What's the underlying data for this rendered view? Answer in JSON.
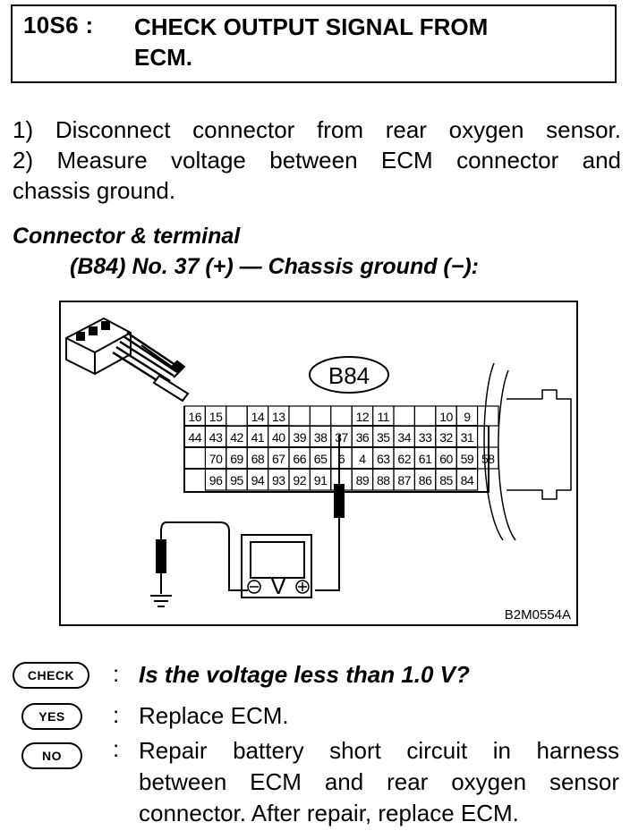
{
  "header": {
    "code": "10S6 :",
    "title_line1": "CHECK OUTPUT SIGNAL FROM",
    "title_line2": "ECM."
  },
  "steps": {
    "line1": "1)  Disconnect connector from rear oxygen sensor.",
    "line2": "2)  Measure voltage between ECM connector and",
    "line3": "chassis ground."
  },
  "connector": {
    "heading": "Connector & terminal",
    "spec": "(B84) No. 37 (+) — Chassis ground (−):"
  },
  "diagram": {
    "connector_label": "B84",
    "figure_id": "B2M0554A",
    "meter_label": "V",
    "row1": [
      "16",
      "15",
      "",
      "14",
      "13",
      "",
      "",
      "",
      "12",
      "11",
      "",
      "",
      "10",
      "9",
      ""
    ],
    "row2": [
      "44",
      "43",
      "42",
      "41",
      "40",
      "39",
      "38",
      "37",
      "36",
      "35",
      "34",
      "33",
      "32",
      "31"
    ],
    "row3": [
      "70",
      "69",
      "68",
      "67",
      "66",
      "65",
      "6",
      "4",
      "63",
      "62",
      "61",
      "60",
      "59",
      "58"
    ],
    "row4": [
      "96",
      "95",
      "94",
      "93",
      "92",
      "91",
      "",
      "89",
      "88",
      "87",
      "86",
      "85",
      "84"
    ]
  },
  "qa": {
    "check_badge": "CHECK",
    "check_question": "Is the voltage less than 1.0 V?",
    "yes_badge": "YES",
    "yes_answer": "Replace ECM.",
    "no_badge": "NO",
    "no_line1": "Repair battery short circuit in harness",
    "no_line2": "between ECM and rear oxygen sensor",
    "no_line3": "connector. After repair, replace ECM."
  }
}
